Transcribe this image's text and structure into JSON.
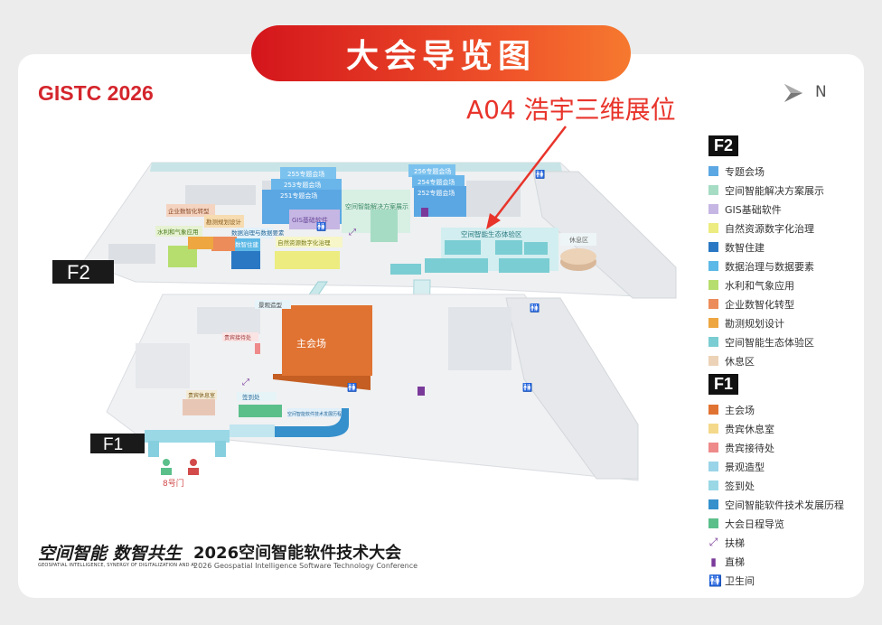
{
  "banner": {
    "title": "大会导览图"
  },
  "logo": {
    "text": "GISTC 2026"
  },
  "compass": {
    "label": "N"
  },
  "callout": {
    "text": "A04 浩宇三维展位"
  },
  "map": {
    "f2_tag": "F2",
    "f1_tag": "F1",
    "labels": {
      "r255": "255专题会场",
      "r253": "253专题会场",
      "r251": "251专题会场",
      "r256": "256专题会场",
      "r254": "254专题会场",
      "r252": "252专题会场",
      "solution": "空间智能解决方案展示",
      "gis": "GIS基础软件",
      "enterprise": "企业数智化转型",
      "survey": "勘测规划设计",
      "water": "水利和气象应用",
      "governance": "数据治理与数据要素",
      "smartbuild": "数智住建",
      "natural": "自然资源数字化治理",
      "eco": "空间智能生态体验区",
      "rest": "休息区",
      "main": "主会场",
      "scenery": "景观造型",
      "vip_recept": "贵宾接待处",
      "vip_lounge": "贵宾休息室",
      "checkin": "签到处",
      "history": "空间智能软件技术发展历程",
      "gate": "8号门"
    }
  },
  "legend": {
    "f2_title": "F2",
    "f1_title": "F1",
    "f2_items": [
      {
        "label": "专题会场",
        "color": "#5ba7e3"
      },
      {
        "label": "空间智能解决方案展示",
        "color": "#a6dcc4"
      },
      {
        "label": "GIS基础软件",
        "color": "#c6b6e3"
      },
      {
        "label": "自然资源数字化治理",
        "color": "#ecec80"
      },
      {
        "label": "数智住建",
        "color": "#2a78c4"
      },
      {
        "label": "数据治理与数据要素",
        "color": "#5cb8e6"
      },
      {
        "label": "水利和气象应用",
        "color": "#b6de6e"
      },
      {
        "label": "企业数智化转型",
        "color": "#ec8c5a"
      },
      {
        "label": "勘测规划设计",
        "color": "#eea640"
      },
      {
        "label": "空间智能生态体验区",
        "color": "#7acdd2"
      },
      {
        "label": "休息区",
        "color": "#ecd2b6"
      }
    ],
    "f1_items": [
      {
        "label": "主会场",
        "color": "#e07332"
      },
      {
        "label": "贵宾休息室",
        "color": "#f4d98a"
      },
      {
        "label": "贵宾接待处",
        "color": "#ee8a8a"
      },
      {
        "label": "景观造型",
        "color": "#9ad4e8"
      },
      {
        "label": "签到处",
        "color": "#9ad8e6"
      },
      {
        "label": "空间智能软件技术发展历程",
        "color": "#3590cc"
      },
      {
        "label": "大会日程导览",
        "color": "#5bbf8a"
      }
    ],
    "symbols": [
      {
        "label": "扶梯",
        "icon": "escalator-icon"
      },
      {
        "label": "直梯",
        "icon": "elevator-icon"
      },
      {
        "label": "卫生间",
        "icon": "restroom-icon"
      }
    ]
  },
  "footer": {
    "slogan": "空间智能 数智共生",
    "slogan_en": "GEOSPATIAL INTELLIGENCE, SYNERGY OF DIGITALIZATION AND AI",
    "title": "2026空间智能软件技术大会",
    "title_en": "2026 Geospatial Intelligence Software Technology Conference"
  }
}
